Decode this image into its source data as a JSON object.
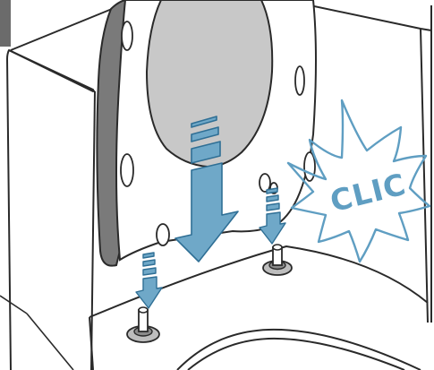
{
  "burst_label": "CLIC",
  "colors": {
    "arrow_fill": "#6fa8c8",
    "arrow_stroke": "#2f6f95",
    "burst_stroke": "#5f9ec2",
    "clic_text": "#5f9ec2",
    "line": "#2a2a2a",
    "seat_lid_fill": "#c8c8c8",
    "seat_rim_fill": "#7a7a7a",
    "corner_tab": "#6b6b6b"
  },
  "icons": [
    "large-down-arrow",
    "left-hinge-arrow",
    "right-hinge-arrow",
    "click-burst"
  ]
}
